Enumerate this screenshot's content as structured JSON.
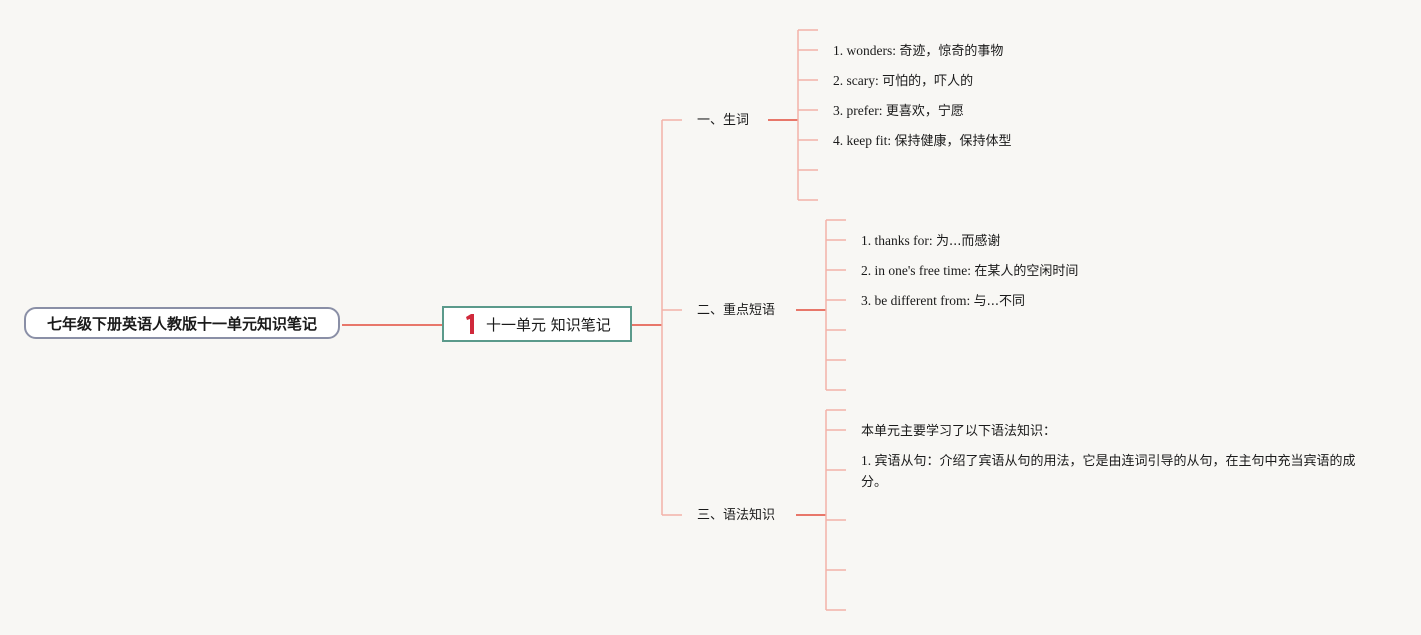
{
  "colors": {
    "background": "#f8f7f4",
    "connector": "#e8776a",
    "connector_light": "#f3b2a8",
    "root_border": "#8a8fa6",
    "unit_border": "#5b9a8b",
    "badge": "#d0293b"
  },
  "root": {
    "title": "七年级下册英语人教版十一单元知识笔记"
  },
  "unit": {
    "badge_icon": "number-1-icon",
    "title": "十一单元 知识笔记"
  },
  "branches": [
    {
      "label": "一、生词",
      "items": [
        {
          "en": "1. wonders: ",
          "cn": "奇迹，惊奇的事物"
        },
        {
          "en": "2. scary: ",
          "cn": "可怕的，吓人的"
        },
        {
          "en": "3. prefer: ",
          "cn": "更喜欢，宁愿"
        },
        {
          "en": "4. keep fit: ",
          "cn": "保持健康，保持体型"
        }
      ]
    },
    {
      "label": "二、重点短语",
      "items": [
        {
          "en": "1. thanks for: ",
          "cn": "为...而感谢"
        },
        {
          "en": "2. in one's free time: ",
          "cn": "在某人的空闲时间"
        },
        {
          "en": "3. be different from: ",
          "cn": "与...不同"
        }
      ]
    },
    {
      "label": "三、语法知识",
      "items": [
        {
          "en": "",
          "cn": "本单元主要学习了以下语法知识："
        },
        {
          "en": "1. ",
          "cn": "宾语从句：介绍了宾语从句的用法，它是由连词引导的从句，在主句中充当宾语的成分。"
        }
      ]
    }
  ]
}
